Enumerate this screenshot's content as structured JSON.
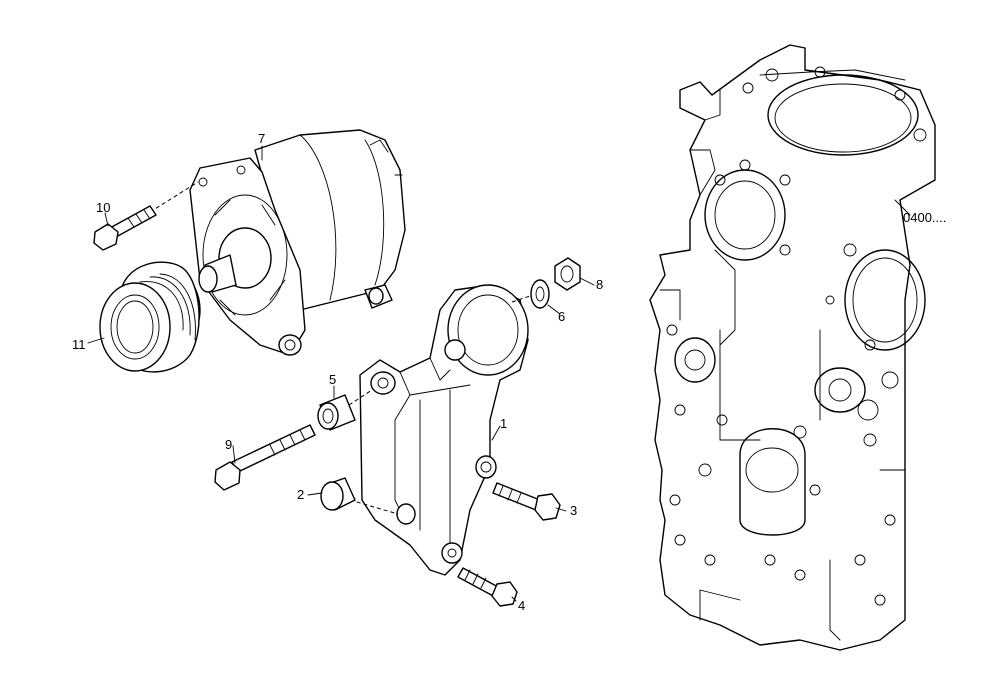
{
  "reference": "0400....",
  "callouts": {
    "p1": "1",
    "p2": "2",
    "p3": "3",
    "p4": "4",
    "p5": "5",
    "p6": "6",
    "p7": "7",
    "p8": "8",
    "p9": "9",
    "p10": "10",
    "p11": "11"
  },
  "colors": {
    "line": "#000000",
    "background": "#ffffff"
  }
}
